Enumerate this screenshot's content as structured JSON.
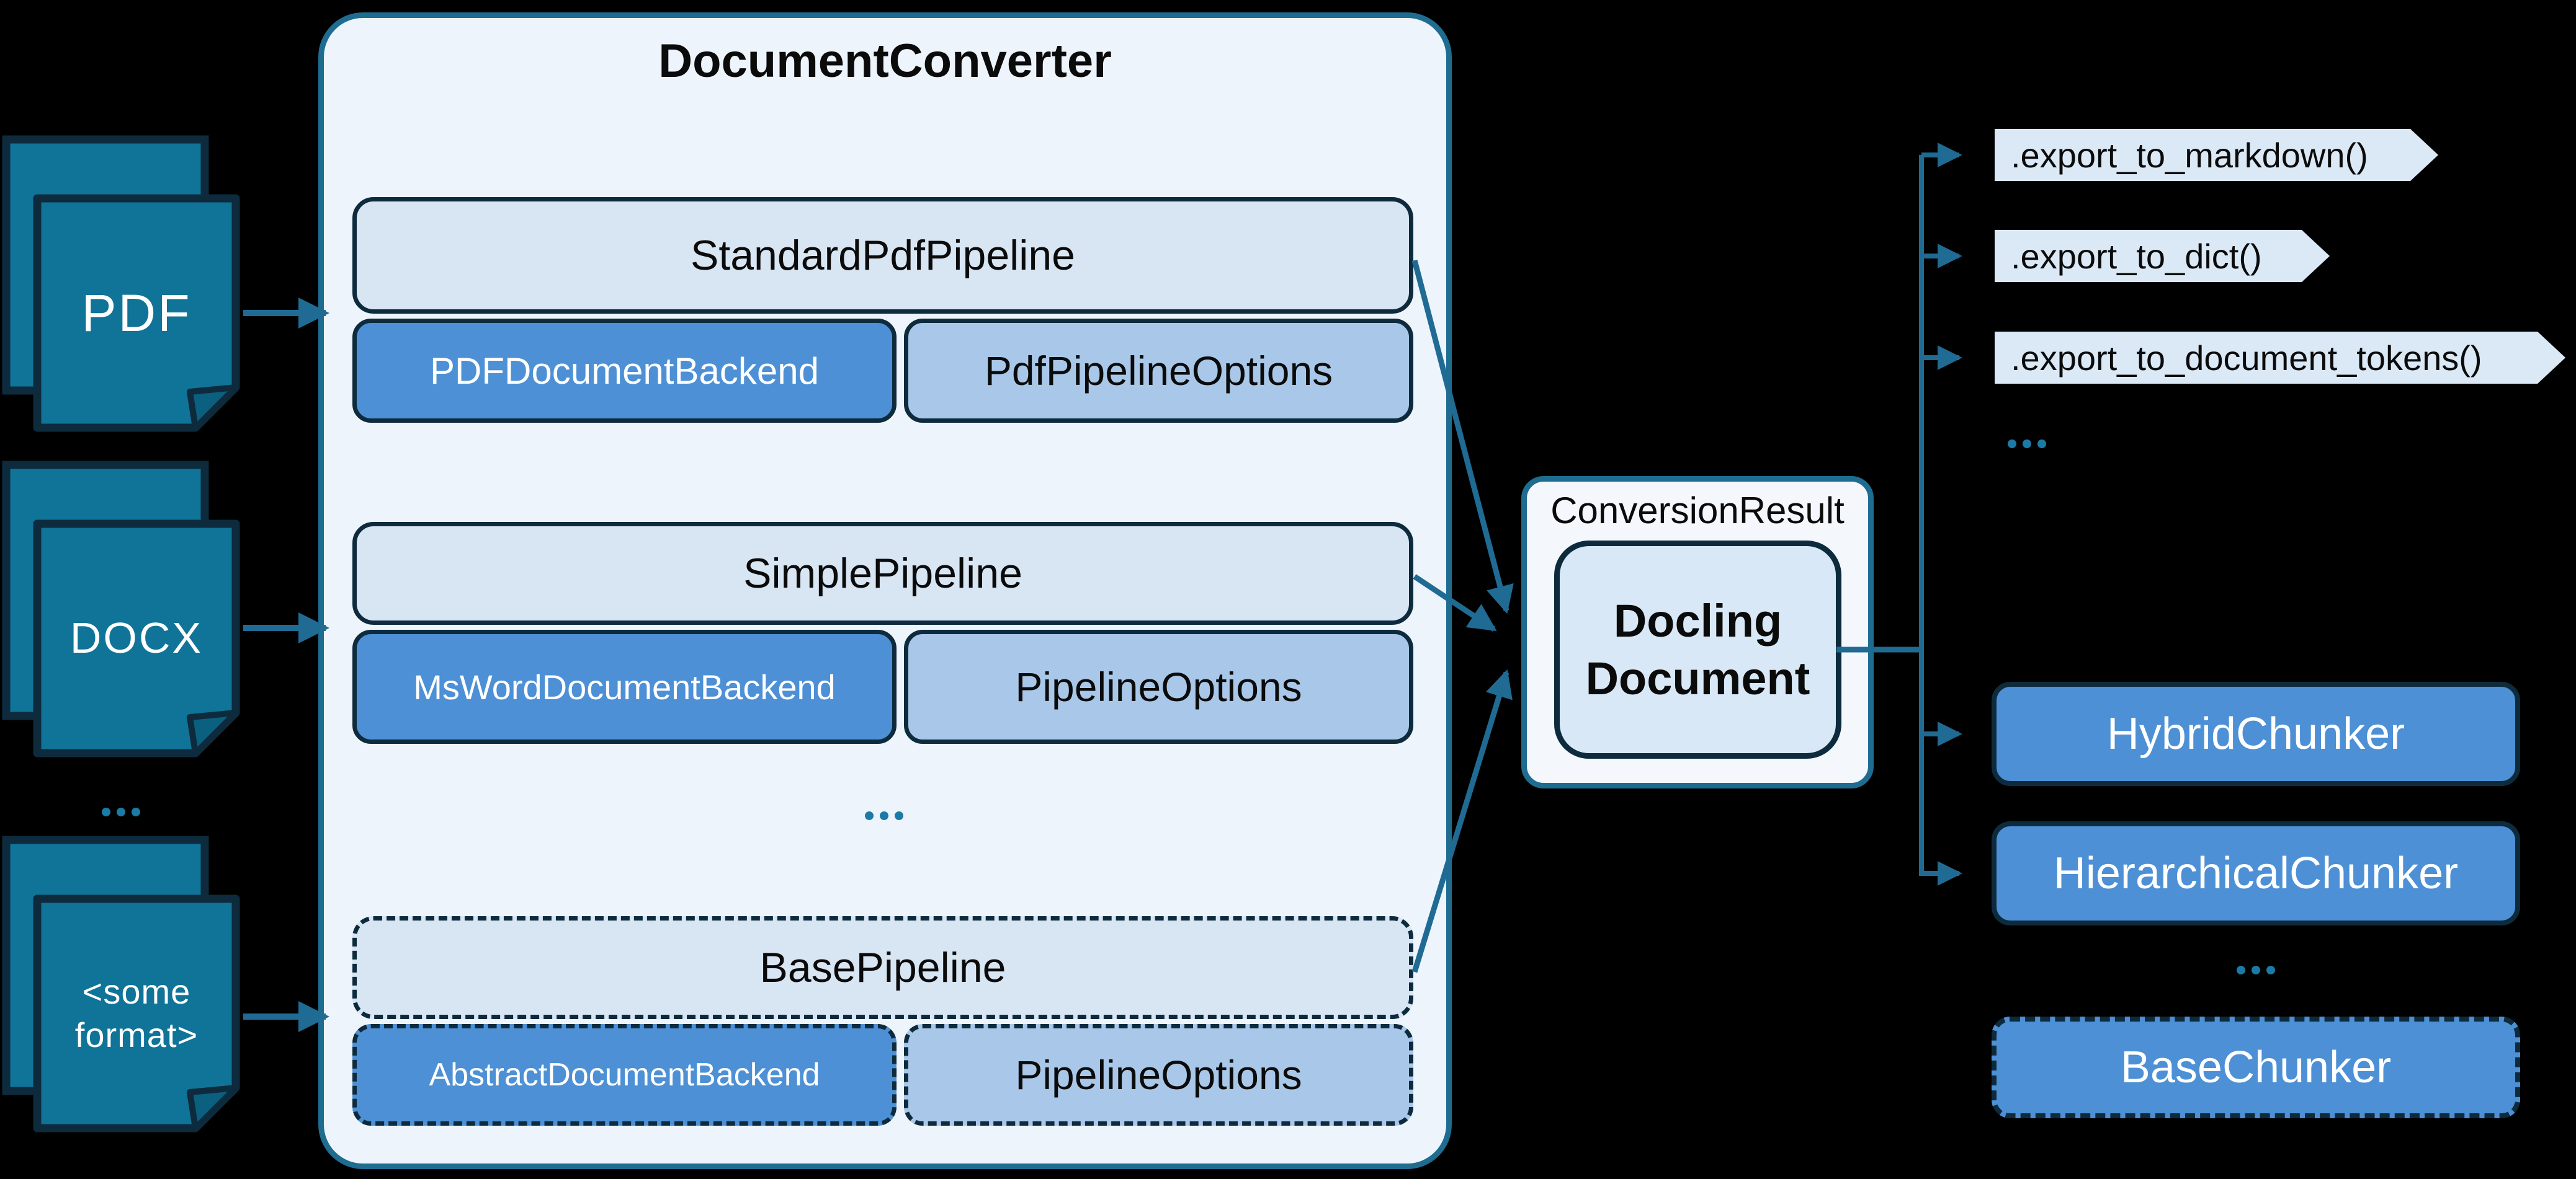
{
  "colors": {
    "bg": "#000000",
    "doc-fill": "#107398",
    "doc-fold": "#0b607f",
    "ink": "#0d2b3d",
    "line": "#1f6b93",
    "panel-border": "#1e6c90",
    "panel-fill": "#eef4fb",
    "light-fill": "#d8e5f3",
    "mid-fill": "#4d90d5",
    "pale-fill": "#a9c8e9",
    "tag-fill": "#dbe8f6",
    "result-fill": "#f4f8fd",
    "docling-fill": "#d8e8f7",
    "dots": "#1b7ba6",
    "text-dark": "#0b0b0b",
    "text-light": "#ffffff"
  },
  "sources": {
    "pdf": {
      "label": "PDF"
    },
    "docx": {
      "label": "DOCX"
    },
    "ellipsis": "...",
    "other": {
      "line1": "<some",
      "line2": "format>"
    }
  },
  "converter": {
    "title": "DocumentConverter",
    "rows": [
      {
        "pipeline": "StandardPdfPipeline",
        "backend": "PDFDocumentBackend",
        "options": "PdfPipelineOptions",
        "dashed": false
      },
      {
        "pipeline": "SimplePipeline",
        "backend": "MsWordDocumentBackend",
        "options": "PipelineOptions",
        "dashed": false
      },
      {
        "pipeline": "BasePipeline",
        "backend": "AbstractDocumentBackend",
        "options": "PipelineOptions",
        "dashed": true
      }
    ],
    "ellipsis": "..."
  },
  "result": {
    "label": "ConversionResult",
    "doc_line1": "Docling",
    "doc_line2": "Document"
  },
  "exports": {
    "items": [
      ".export_to_markdown()",
      ".export_to_dict()",
      ".export_to_document_tokens()"
    ],
    "ellipsis": "..."
  },
  "chunkers": {
    "items": [
      "HybridChunker",
      "HierarchicalChunker"
    ],
    "ellipsis": "...",
    "base": "BaseChunker"
  }
}
